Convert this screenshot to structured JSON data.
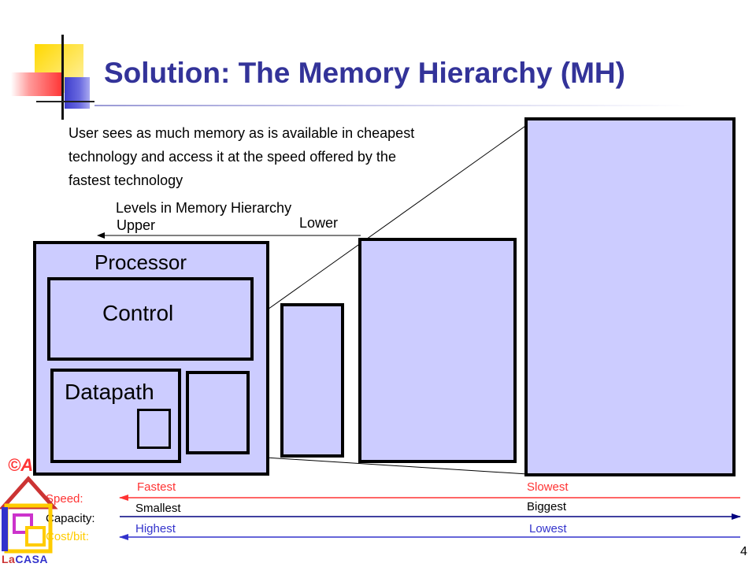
{
  "slide": {
    "title": "Solution: The Memory Hierarchy (MH)",
    "intro_lines": [
      "User sees as much memory as is available in cheapest",
      "technology and access it at the speed offered by the",
      "fastest technology"
    ],
    "page_number": "4"
  },
  "diagram": {
    "levels_label": "Levels in Memory Hierarchy",
    "upper_label": "Upper",
    "lower_label": "Lower",
    "processor_label": "Processor",
    "control_label": "Control",
    "datapath_label": "Datapath"
  },
  "legend": {
    "speed_label": "Speed:",
    "capacity_label": "Capacity:",
    "cost_label": "Cost/bit:",
    "fastest": "Fastest",
    "slowest": "Slowest",
    "smallest": "Smallest",
    "biggest": "Biggest",
    "highest": "Highest",
    "lowest": "Lowest"
  },
  "logo": {
    "copyright_text": "©A",
    "name_prefix": "La",
    "name_suffix": "CASA"
  },
  "colors": {
    "title": "#333399",
    "box_fill": "#ccccff",
    "speed": "#ff3333",
    "capacity": "#000080",
    "cost": "#ffcc00",
    "cost_line": "#3333cc"
  }
}
